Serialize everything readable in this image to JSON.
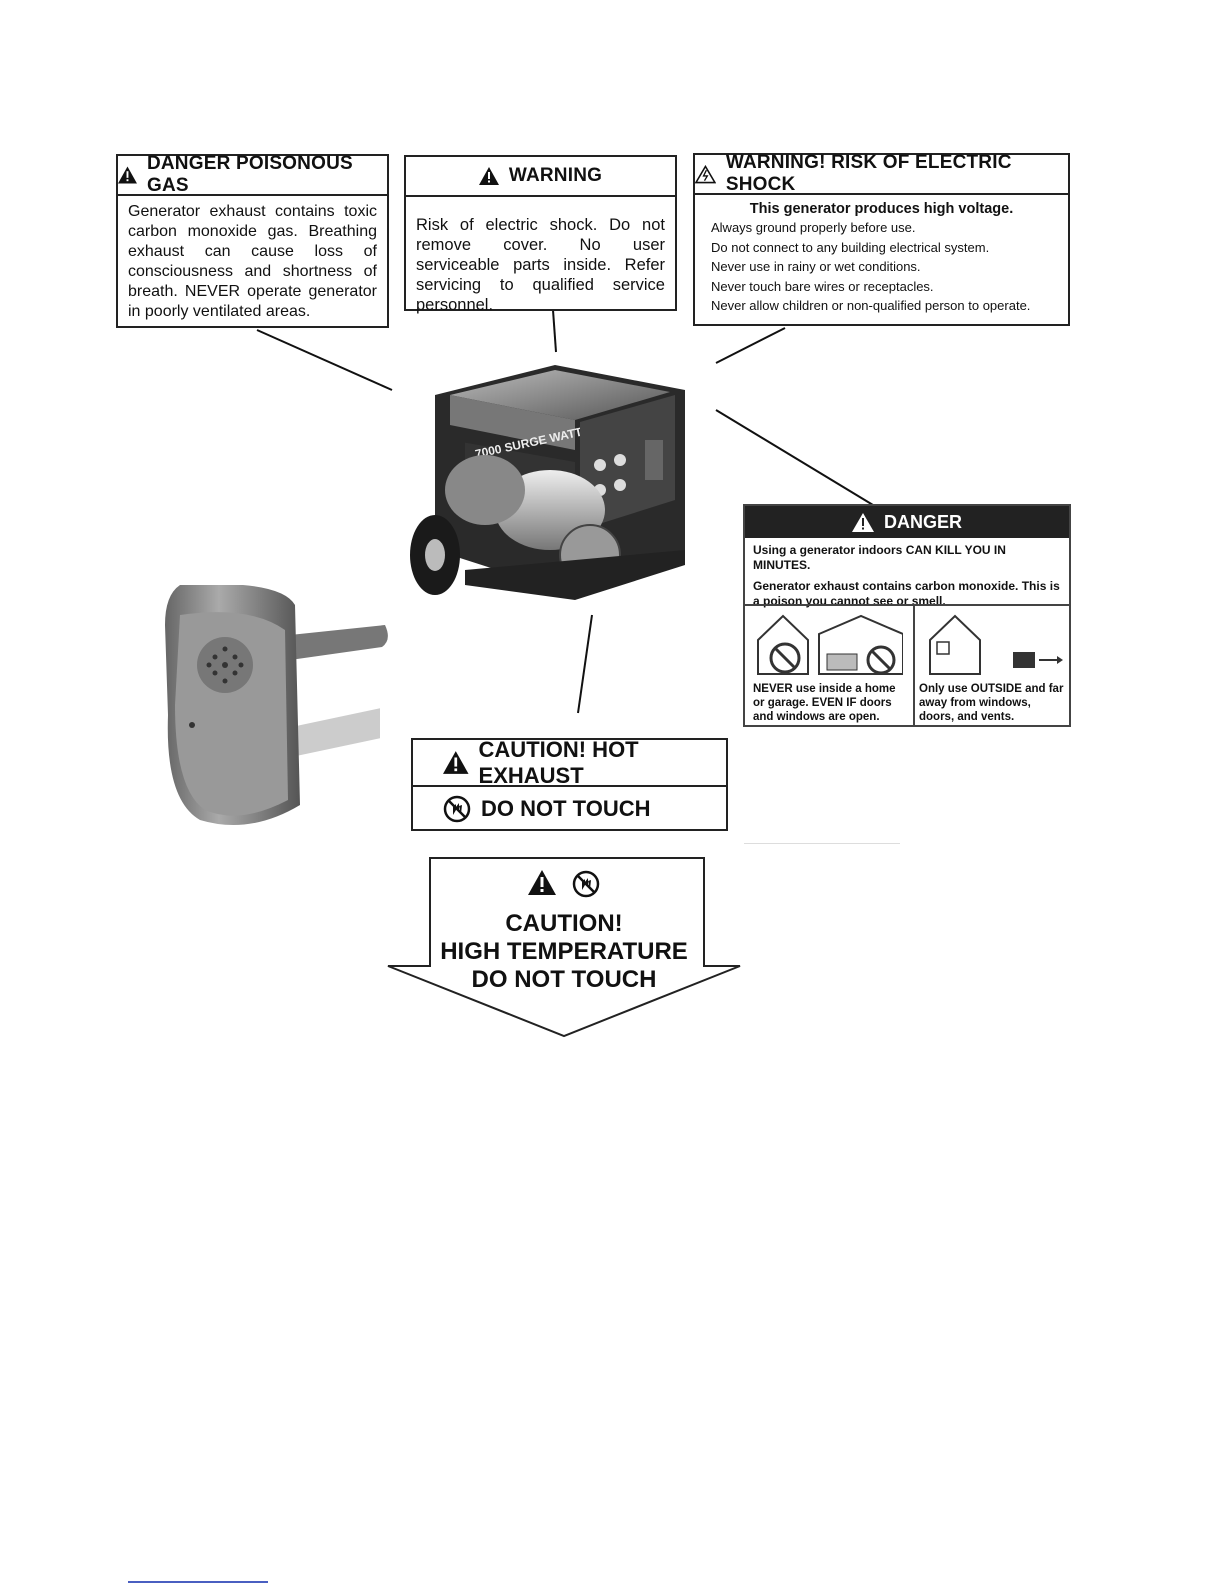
{
  "label_poison": {
    "title": "DANGER  POISONOUS GAS",
    "body": "Generator exhaust contains toxic carbon monoxide gas. Breathing exhaust can cause loss of consciousness and shortness of breath. NEVER operate generator in poorly ventilated areas."
  },
  "label_warning": {
    "title": "WARNING",
    "body": "Risk of electric shock. Do not remove cover. No user serviceable parts inside. Refer servicing to qualified service personnel."
  },
  "label_shock": {
    "title": "WARNING! RISK OF ELECTRIC SHOCK",
    "subtitle": "This generator produces high voltage.",
    "lines": [
      "Always ground properly before use.",
      "Do not connect to any building electrical system.",
      "Never use in rainy or wet conditions.",
      "Never touch bare wires or receptacles.",
      "Never allow children or non-qualified person to operate."
    ]
  },
  "label_danger": {
    "title": "DANGER",
    "line1": "Using a generator indoors CAN KILL YOU IN MINUTES.",
    "line2": "Generator exhaust contains carbon monoxide. This is a poison you cannot see or smell.",
    "caption_left": "NEVER use inside a home or garage. EVEN IF doors and windows are open.",
    "caption_right": "Only use OUTSIDE and far away from windows, doors, and vents."
  },
  "generator_text": "7000 SURGE WATT",
  "label_hot": {
    "line1": "CAUTION! HOT EXHAUST",
    "line2": "DO NOT TOUCH"
  },
  "arrow_label": {
    "line1": "CAUTION!",
    "line2": "HIGH TEMPERATURE",
    "line3": "DO NOT TOUCH"
  }
}
